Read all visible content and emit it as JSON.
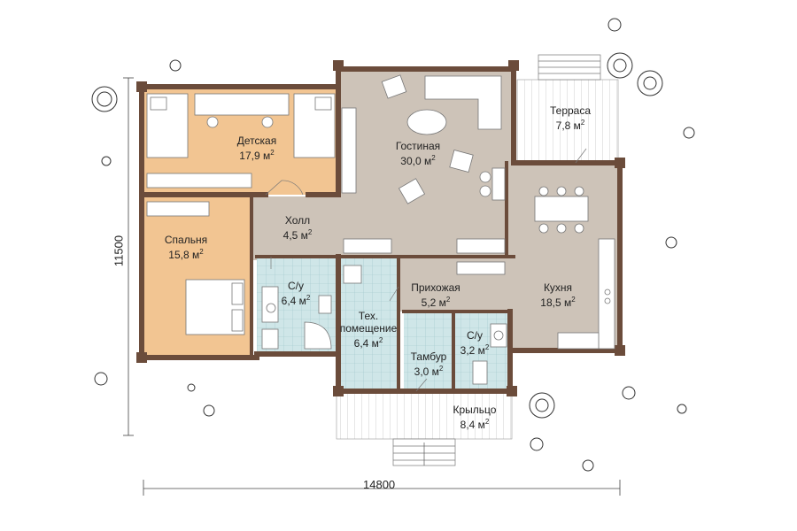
{
  "dimensions": {
    "width_label": "14800",
    "height_label": "11500"
  },
  "rooms": [
    {
      "id": "detskaya",
      "name": "Детская",
      "area": "17,9 м"
    },
    {
      "id": "gostinaya",
      "name": "Гостиная",
      "area": "30,0 м"
    },
    {
      "id": "terrasa",
      "name": "Терраса",
      "area": "7,8 м"
    },
    {
      "id": "holl",
      "name": "Холл",
      "area": "4,5 м"
    },
    {
      "id": "spalnya",
      "name": "Спальня",
      "area": "15,8 м"
    },
    {
      "id": "su1",
      "name": "С/у",
      "area": "6,4 м"
    },
    {
      "id": "teh",
      "name": "Тех. помещение",
      "area": "6,4 м"
    },
    {
      "id": "prihozhaya",
      "name": "Прихожая",
      "area": "5,2 м"
    },
    {
      "id": "kuhnya",
      "name": "Кухня",
      "area": "18,5 м"
    },
    {
      "id": "tambur",
      "name": "Тамбур",
      "area": "3,0 м"
    },
    {
      "id": "su2",
      "name": "С/у",
      "area": "3,2 м"
    },
    {
      "id": "krylco",
      "name": "Крыльцо",
      "area": "8,4 м"
    }
  ],
  "area_superscript": "2",
  "colors": {
    "wall": "#6b4c3b",
    "living_floor": "#cdc3b8",
    "bedroom_floor": "#f2c592",
    "bath_floor": "#cfe6e8",
    "tile_grid": "#9fc6cb",
    "deck": "#ffffff",
    "tree": "#333333"
  }
}
